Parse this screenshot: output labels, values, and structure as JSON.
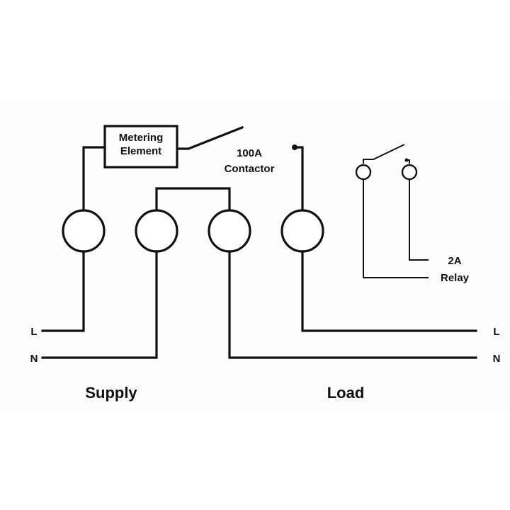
{
  "diagram": {
    "metering_element": {
      "line1": "Metering",
      "line2": "Element"
    },
    "contactor": {
      "line1": "100A",
      "line2": "Contactor"
    },
    "relay": {
      "line1": "2A",
      "line2": "Relay"
    },
    "supply": {
      "label": "Supply",
      "live": "L",
      "neutral": "N"
    },
    "load": {
      "label": "Load",
      "live": "L",
      "neutral": "N"
    },
    "terminal_count": 4,
    "colors": {
      "line": "#111111",
      "background": "#fdfdfd"
    }
  }
}
